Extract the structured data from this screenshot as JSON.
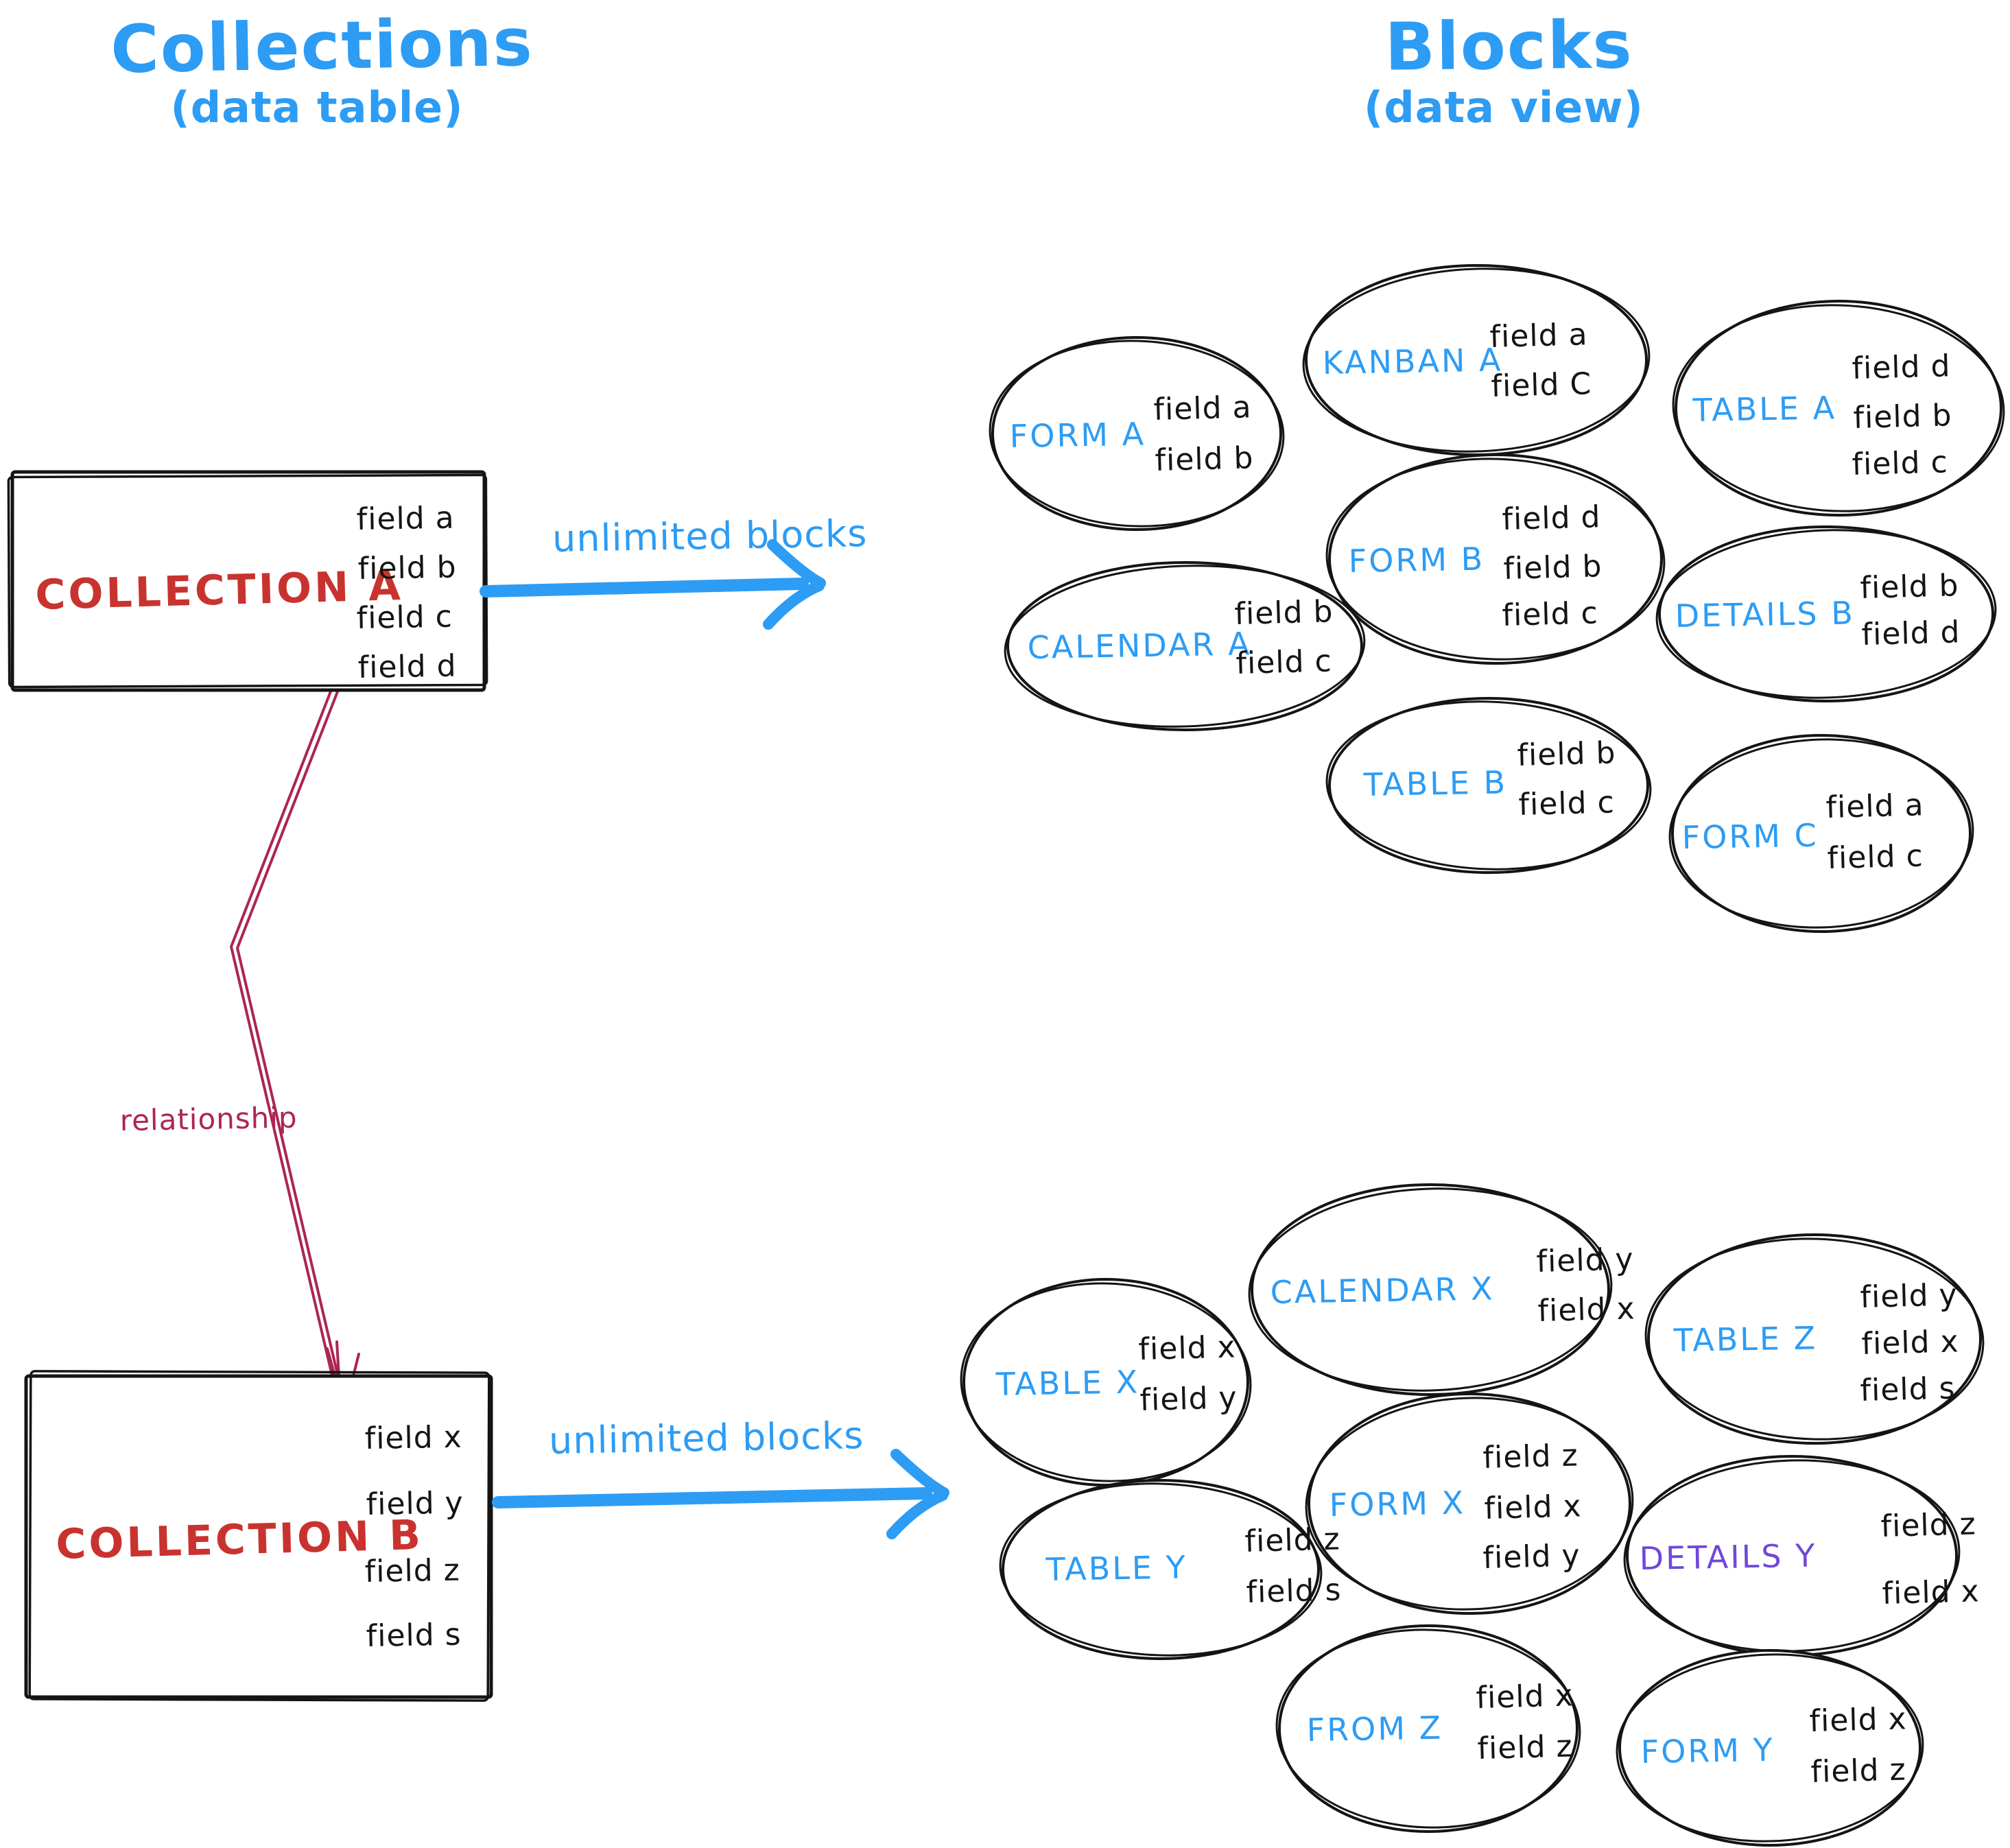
{
  "titles": {
    "left": {
      "title": "Collections",
      "subtitle": "(data table)"
    },
    "right": {
      "title": "Blocks",
      "subtitle": "(data view)"
    }
  },
  "colors": {
    "accent_blue": "#2D9CF4",
    "collection_red": "#C8332F",
    "relationship_crimson": "#AC2555",
    "details_purple": "#7047DB",
    "ink": "#141414"
  },
  "collections": [
    {
      "name": "COLLECTION A",
      "fields": [
        "field a",
        "field b",
        "field c",
        "field d"
      ],
      "arrow_label": "unlimited blocks"
    },
    {
      "name": "COLLECTION B",
      "fields": [
        "field x",
        "field y",
        "field z",
        "field s"
      ],
      "arrow_label": "unlimited blocks"
    }
  ],
  "relationship": {
    "label": "relationship"
  },
  "blocks_a": [
    {
      "label": "FORM A",
      "fields": [
        "field a",
        "field b"
      ]
    },
    {
      "label": "KANBAN A",
      "fields": [
        "field a",
        "field C"
      ]
    },
    {
      "label": "TABLE A",
      "fields": [
        "field d",
        "field b",
        "field c"
      ]
    },
    {
      "label": "CALENDAR A",
      "fields": [
        "field b",
        "field c"
      ]
    },
    {
      "label": "FORM B",
      "fields": [
        "field d",
        "field b",
        "field c"
      ]
    },
    {
      "label": "DETAILS B",
      "fields": [
        "field b",
        "field d"
      ]
    },
    {
      "label": "TABLE B",
      "fields": [
        "field b",
        "field c"
      ]
    },
    {
      "label": "FORM C",
      "fields": [
        "field a",
        "field c"
      ]
    }
  ],
  "blocks_b": [
    {
      "label": "TABLE X",
      "fields": [
        "field x",
        "field y"
      ]
    },
    {
      "label": "CALENDAR X",
      "fields": [
        "field y",
        "field x"
      ]
    },
    {
      "label": "TABLE Z",
      "fields": [
        "field y",
        "field x",
        "field s"
      ]
    },
    {
      "label": "FORM X",
      "fields": [
        "field z",
        "field x",
        "field y"
      ]
    },
    {
      "label": "TABLE Y",
      "fields": [
        "field z",
        "field s"
      ]
    },
    {
      "label": "DETAILS Y",
      "fields": [
        "field z",
        "field x"
      ]
    },
    {
      "label": "FROM Z",
      "fields": [
        "field x",
        "field z"
      ]
    },
    {
      "label": "FORM Y",
      "fields": [
        "field x",
        "field z"
      ]
    }
  ]
}
